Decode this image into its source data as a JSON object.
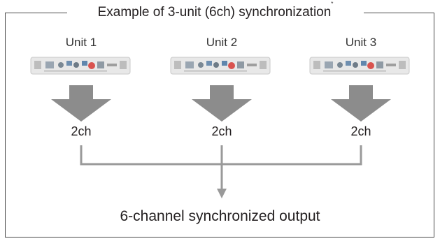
{
  "title": {
    "text": "Example of 3-unit (6ch) synchronization",
    "footnote_mark": "*"
  },
  "units": [
    {
      "label": "Unit 1",
      "channels": "2ch"
    },
    {
      "label": "Unit 2",
      "channels": "2ch"
    },
    {
      "label": "Unit 3",
      "channels": "2ch"
    }
  ],
  "output": {
    "label": "6-channel synchronized output"
  },
  "colors": {
    "frame": "#4a4a4a",
    "arrow_fill": "#8c8c8c",
    "connector": "#9a9a9a",
    "text": "#231f20",
    "device_body": "#e6e6e6",
    "device_accent": "#d9534f"
  },
  "icons": {
    "device": "signal-generator-unit-icon",
    "arrow": "down-arrow-icon"
  }
}
